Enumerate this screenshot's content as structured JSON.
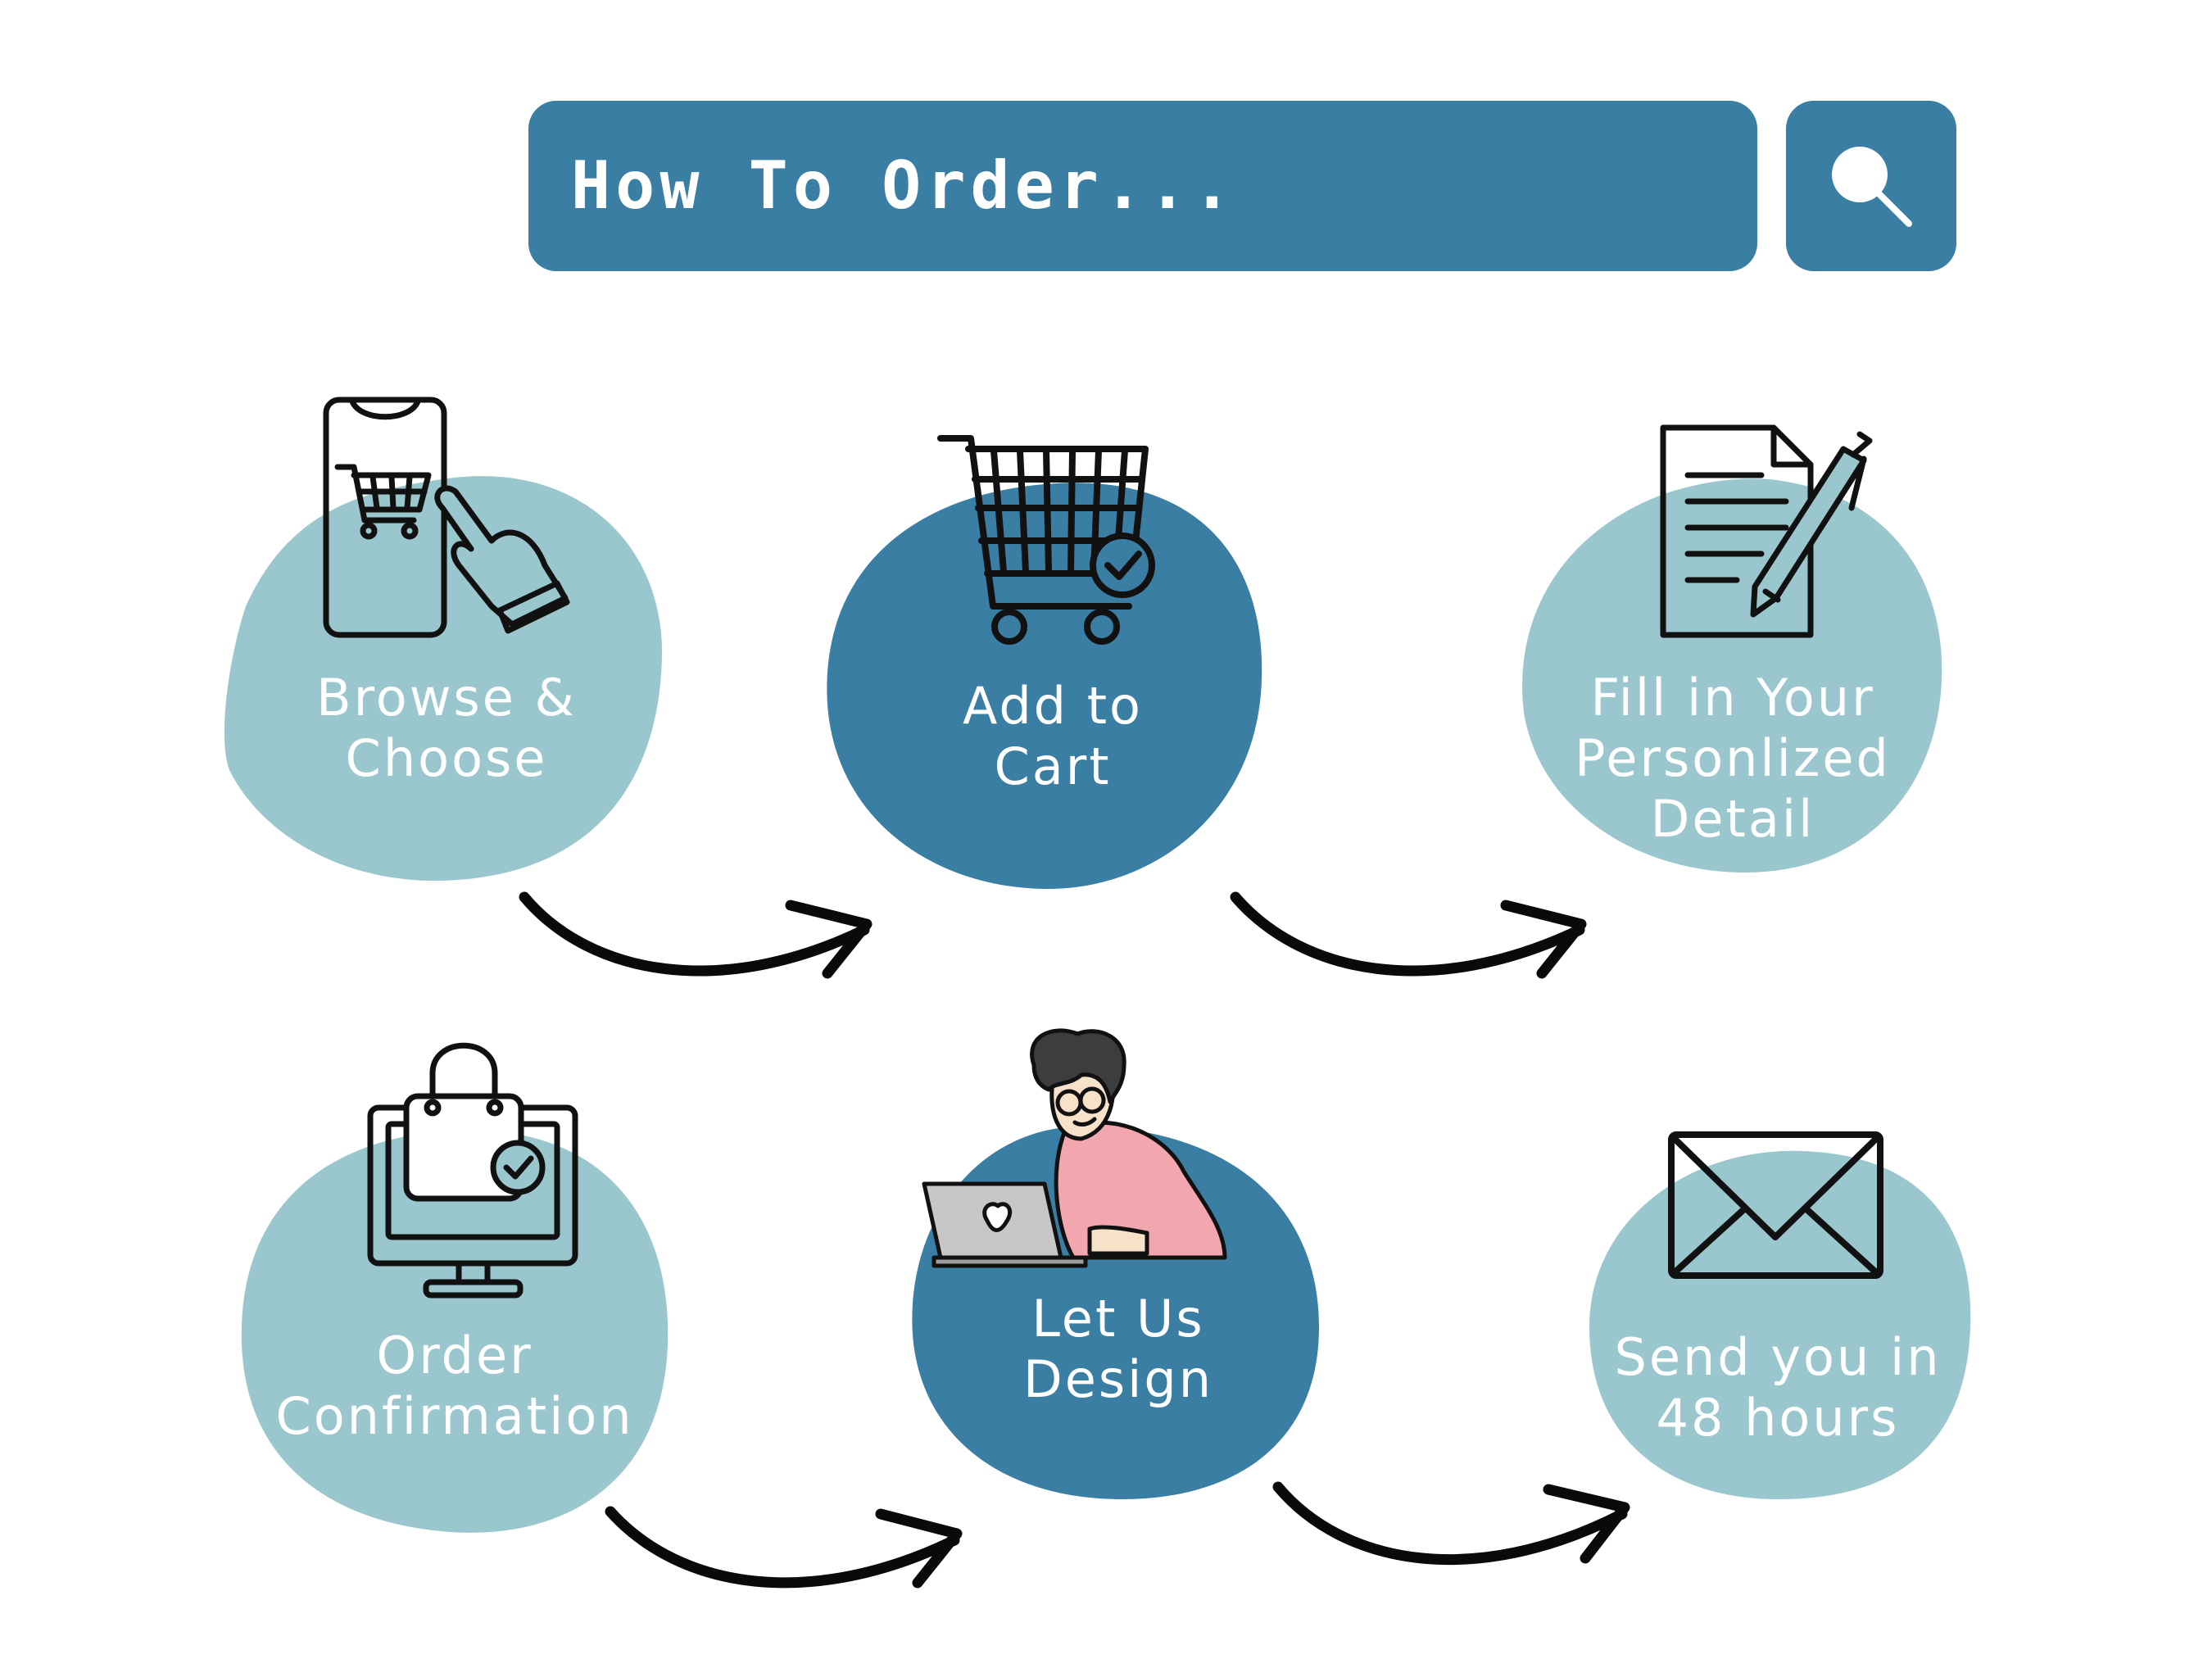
{
  "header": {
    "title": "How To Order...",
    "search_icon": "search-icon"
  },
  "colors": {
    "dark_blue": "#3a7ea3",
    "light_teal": "#99c7cd",
    "arrow": "#0a0a0a",
    "text": "#ffffff"
  },
  "steps": [
    {
      "label": "Browse &\nChoose",
      "icon": "phone-shopping-icon"
    },
    {
      "label": "Add to\nCart",
      "icon": "shopping-cart-check-icon"
    },
    {
      "label": "Fill in Your\nPersonlized\nDetail",
      "icon": "document-pen-icon"
    },
    {
      "label": "Order\nConfirmation",
      "icon": "monitor-shopping-bag-icon"
    },
    {
      "label": "Let Us\nDesign",
      "icon": "designer-laptop-icon"
    },
    {
      "label": "Send you in\n48 hours",
      "icon": "envelope-icon"
    }
  ]
}
